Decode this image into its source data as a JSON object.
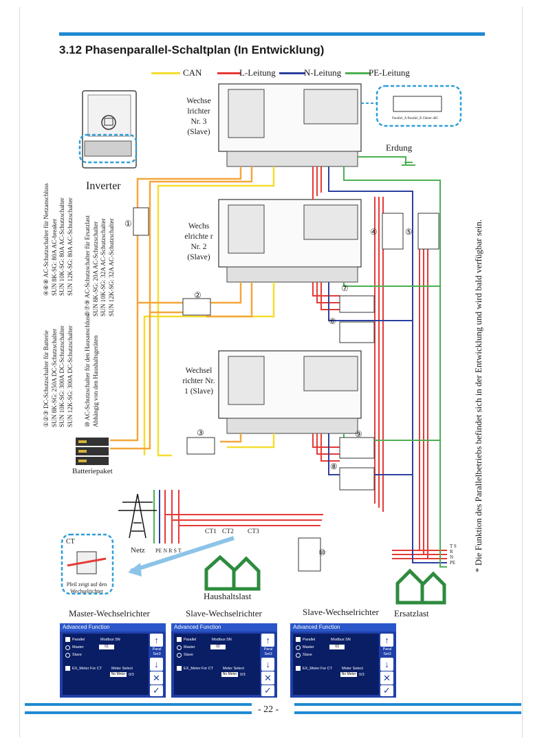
{
  "page": {
    "title": "3.12 Phasenparallel-Schaltplan (In Entwicklung)",
    "page_number": "- 22 -"
  },
  "legend": [
    {
      "label": "CAN",
      "color": "#f5dd2e"
    },
    {
      "label": "L-Leitung",
      "color": "#e53935"
    },
    {
      "label": "N-Leitung",
      "color": "#2a3f9e"
    },
    {
      "label": "PE-Leitung",
      "color": "#4caf50"
    }
  ],
  "inverters": [
    {
      "label": "Wechse lrichter Nr. 3 (Slave)"
    },
    {
      "label": "Wechs elrichte r Nr. 2 (Slave)"
    },
    {
      "label": "Wechsel richter Nr. 1 (Slave)"
    }
  ],
  "labels": {
    "inverter": "Inverter",
    "battery": "Batteriepaket",
    "grid": "Netz",
    "grid_terminals": "PE N R S T",
    "ct1": "CT1",
    "ct2": "CT2",
    "ct3": "CT3",
    "ct": "CT",
    "ct_note": "Pfeil zeigt auf den Wechselrichter",
    "household_load": "Haushaltslast",
    "backup_load": "Ersatzlast",
    "earthing": "Erdung",
    "parallel_port": "Parallel_A  Parallel_B  Zähler-485",
    "backup_terminals": "T S R N PE"
  },
  "breaker_numbers": [
    "①",
    "②",
    "③",
    "④",
    "⑤",
    "⑥",
    "⑦",
    "⑧",
    "⑨",
    "⑩"
  ],
  "note": "* Die Funktion des Parallelbetriebs befindet sich in der Entwicklung und wird bald verfügbar sein.",
  "breaker_legend": [
    "①②③ DC-Schutzschalter für Batterie",
    "SUN 8K-SG: 250A DC-Schutzschalter",
    "SUN 10K-SG: 300A DC-Schutzschalter",
    "SUN 12K-SG: 300A DC-Schutzschalter",
    "④⑥⑧ AC-Schutzschalter für Netzanschluss",
    "SUN 8K-SG: 80A AC-breaker",
    "SUN 10K-SG: 80A AC-Schutzschalter",
    "SUN 12K-SG: 80A AC-Schutzschalter",
    "⑤⑦⑨ AC-Schutzschalter für Ersatzlast",
    "SUN 8K-SG: 20A AC-Schutzschalter",
    "SUN 10K-SG: 32A AC-Schutzschalter",
    "SUN 12K-SG: 32A AC-Schutzschalter",
    "⑩ AC-Schutzschalter für den Hausanschluss",
    "Abhängig von den Haushaltsgeräten"
  ],
  "panels": [
    {
      "caption": "Master-Wechselrichter",
      "header": "Advanced Function",
      "parallel": "Parallel",
      "modbus": "Modbus SN",
      "modbus_value": "01",
      "master": "Master",
      "slave": "Slave",
      "ex_meter": "EX_Meter For CT",
      "meter_select": "Meter Select",
      "meter_value": "No Meter",
      "meter_suffix": "0/3",
      "side_label": "Paral Set3"
    },
    {
      "caption": "Slave-Wechselrichter",
      "header": "Advanced Function",
      "parallel": "Parallel",
      "modbus": "Modbus SN",
      "modbus_value": "02",
      "master": "Master",
      "slave": "Slave",
      "ex_meter": "EX_Meter For CT",
      "meter_select": "Meter Select",
      "meter_value": "No Meter",
      "meter_suffix": "0/3",
      "side_label": "Paral Set3"
    },
    {
      "caption": "Slave-Wechselrichter",
      "header": "Advanced Function",
      "parallel": "Parallel",
      "modbus": "Modbus SN",
      "modbus_value": "03",
      "master": "Master",
      "slave": "Slave",
      "ex_meter": "EX_Meter For CT",
      "meter_select": "Meter Select",
      "meter_value": "No Meter",
      "meter_suffix": "0/3",
      "side_label": "Paral Set3"
    }
  ]
}
